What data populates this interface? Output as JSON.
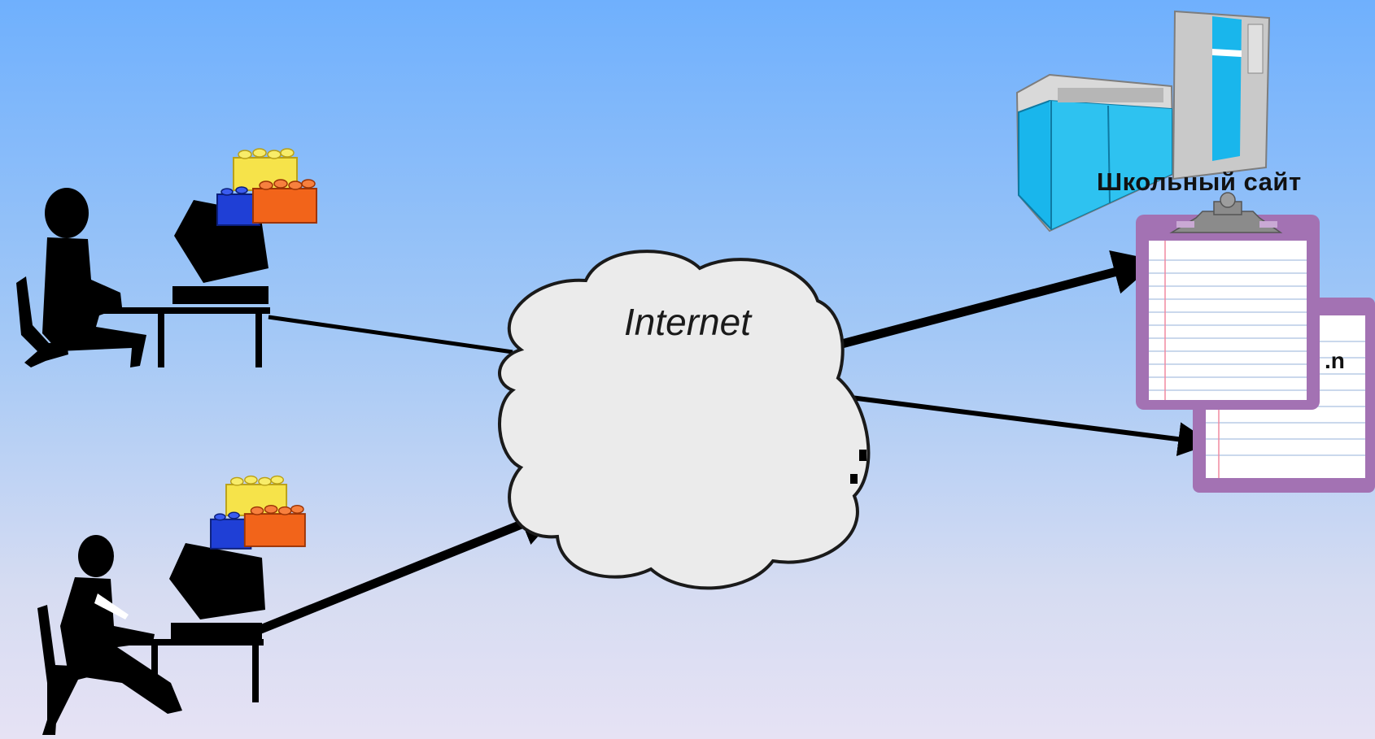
{
  "cloud": {
    "label": "Internet"
  },
  "site": {
    "label": "Школьный сайт",
    "second_page_suffix": ".n"
  },
  "colors": {
    "sky_top": "#6fb0fd",
    "sky_bottom": "#e6e2f4",
    "cloud_fill": "#ebebeb",
    "clipboard_frame": "#a372b3",
    "server_accent": "#19b6ec",
    "brick_yellow": "#f6e34a",
    "brick_orange": "#f2641a",
    "brick_blue": "#1f3fd6"
  },
  "icons": [
    "user-at-computer-icon",
    "cloud-icon",
    "server-icon",
    "clipboard-icon",
    "toy-bricks-icon"
  ]
}
